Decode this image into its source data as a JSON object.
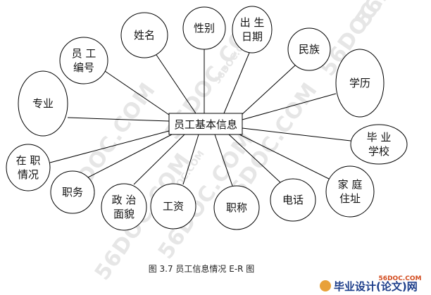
{
  "diagram": {
    "entity": "员工基本信息",
    "attributes": [
      [
        "姓名"
      ],
      [
        "性别"
      ],
      [
        "出 生",
        "日期"
      ],
      [
        "民族"
      ],
      [
        "学历"
      ],
      [
        "毕 业",
        "学校"
      ],
      [
        "家 庭",
        "住址"
      ],
      [
        "电话"
      ],
      [
        "职称"
      ],
      [
        "工资"
      ],
      [
        "政 治",
        "面貌"
      ],
      [
        "职务"
      ],
      [
        "在 职",
        "情况"
      ],
      [
        "专业"
      ],
      [
        "员 工",
        "编号"
      ]
    ]
  },
  "caption": "图 3.7 员工信息情况 E-R 图",
  "watermark": {
    "text": "56DOC.COM"
  },
  "corner_logo": {
    "url": "56DOC.COM",
    "brand": "毕业设计(论文)网"
  }
}
